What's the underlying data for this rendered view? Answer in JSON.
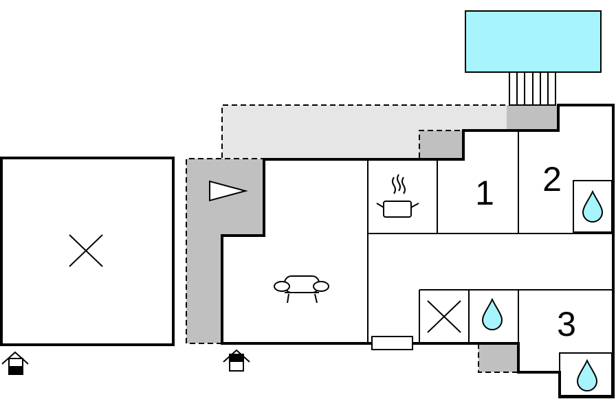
{
  "colors": {
    "pool": "#a8f4fc",
    "terrace_light": "#e6e6e6",
    "terrace_dark": "#c0c0c0",
    "water_drop": "#a8f4fc",
    "wall": "#000000"
  },
  "rooms": {
    "bedroom_1": "1",
    "bedroom_2": "2",
    "bedroom_3": "3"
  },
  "icons": [
    "pool",
    "pool-steps",
    "garden-arrow-icon",
    "kitchen-pot-icon",
    "sofa-icon",
    "bathroom-water-drop-icon",
    "washing-room-x-icon",
    "heater-icon",
    "entrance-icon",
    "outbuilding-x-icon"
  ]
}
